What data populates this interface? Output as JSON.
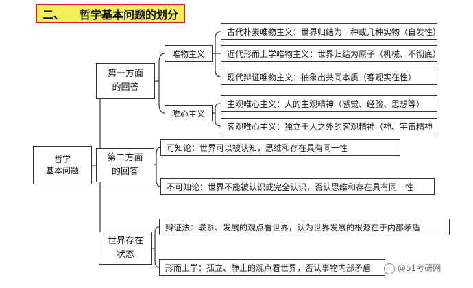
{
  "title": {
    "number": "二、",
    "text": "哲学基本问题的划分"
  },
  "root": {
    "line1": "哲学",
    "line2": "基本问题"
  },
  "branch1": {
    "line1": "第一方面",
    "line2": "的回答",
    "materialism": {
      "label": "唯物主义",
      "items": [
        "古代朴素唯物主义：世界归结为一种或几种实物（自发性）",
        "近代形而上学唯物主义：世界归结为原子（机械、不彻底）",
        "现代辩证唯物主义：抽象出共同本质（客观实在性）"
      ]
    },
    "idealism": {
      "label": "唯心主义",
      "items": [
        "主观唯心主义：人的主观精神（感觉、经验、思想等）",
        "客观唯心主义：独立于人之外的客观精神（神、宇宙精神"
      ]
    }
  },
  "branch2": {
    "line1": "第二方面",
    "line2": "的回答",
    "items": [
      "可知论：世界可以被认知，思维和存在具有同一性",
      "不可知论：世界不能被认识或完全认识，否认思维和存在具有同一性"
    ]
  },
  "branch3": {
    "line1": "世界存在",
    "line2": "状态",
    "items": [
      "辩证法：联系、发展的观点看世界，认为世界发展的根源在于内部矛盾",
      "形而上学：孤立、静止的观点看世界，否认事物内部矛盾"
    ]
  },
  "watermark": "@51考研网"
}
